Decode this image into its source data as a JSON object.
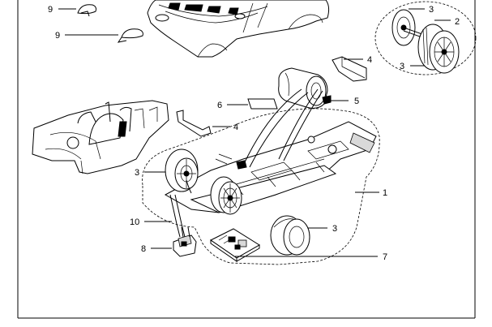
{
  "diagram": {
    "callouts": [
      {
        "id": "c1",
        "label": "1"
      },
      {
        "id": "c2",
        "label": "2"
      },
      {
        "id": "c3a",
        "label": "3"
      },
      {
        "id": "c3b",
        "label": "3"
      },
      {
        "id": "c3c",
        "label": "3"
      },
      {
        "id": "c3d",
        "label": "3"
      },
      {
        "id": "c4a",
        "label": "4"
      },
      {
        "id": "c4b",
        "label": "4"
      },
      {
        "id": "c5",
        "label": "5"
      },
      {
        "id": "c6",
        "label": "6"
      },
      {
        "id": "c7",
        "label": "7"
      },
      {
        "id": "c8",
        "label": "8"
      },
      {
        "id": "c9a",
        "label": "9"
      },
      {
        "id": "c9b",
        "label": "9"
      },
      {
        "id": "c10",
        "label": "10"
      }
    ]
  }
}
